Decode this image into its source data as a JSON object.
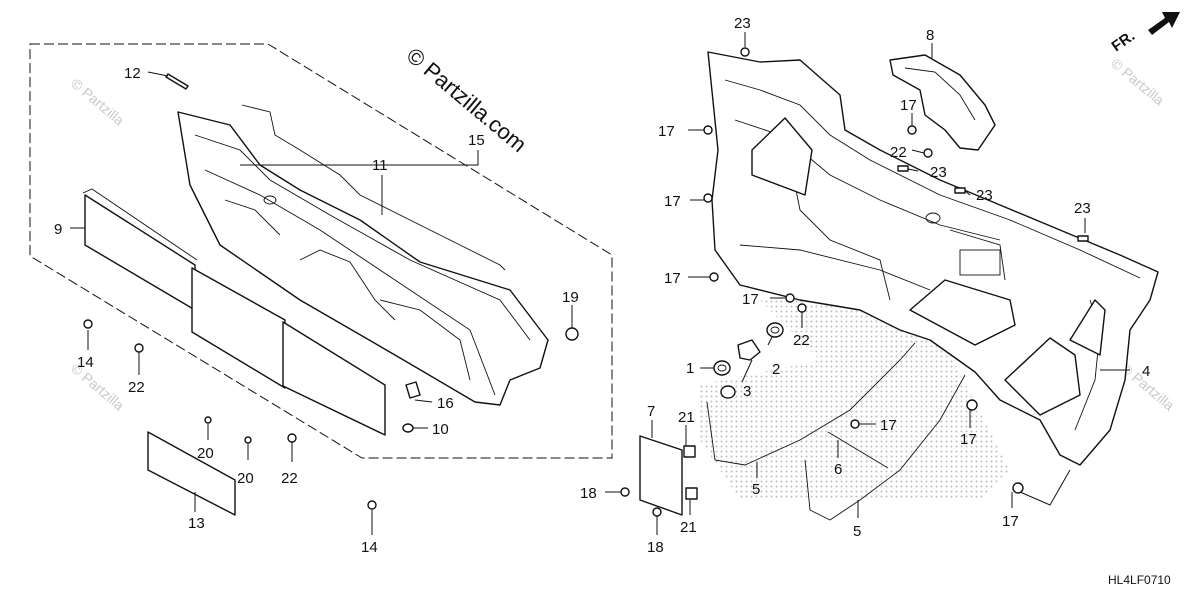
{
  "copyright": "© Partzilla.com",
  "watermark_text": "© Partzilla",
  "diagram_code": "HL4LF0710",
  "direction_label": "FR.",
  "accent_color": "#111111",
  "callouts": [
    {
      "id": "c12",
      "label": "12"
    },
    {
      "id": "c15",
      "label": "15"
    },
    {
      "id": "c11",
      "label": "11"
    },
    {
      "id": "c9",
      "label": "9"
    },
    {
      "id": "c19",
      "label": "19"
    },
    {
      "id": "c14a",
      "label": "14"
    },
    {
      "id": "c22a",
      "label": "22"
    },
    {
      "id": "c16",
      "label": "16"
    },
    {
      "id": "c10",
      "label": "10"
    },
    {
      "id": "c20a",
      "label": "20"
    },
    {
      "id": "c20b",
      "label": "20"
    },
    {
      "id": "c22b",
      "label": "22"
    },
    {
      "id": "c13",
      "label": "13"
    },
    {
      "id": "c14b",
      "label": "14"
    },
    {
      "id": "c23a",
      "label": "23"
    },
    {
      "id": "c8",
      "label": "8"
    },
    {
      "id": "c17a",
      "label": "17"
    },
    {
      "id": "c17b",
      "label": "17"
    },
    {
      "id": "c22c",
      "label": "22"
    },
    {
      "id": "c23b",
      "label": "23"
    },
    {
      "id": "c23c",
      "label": "23"
    },
    {
      "id": "c23d",
      "label": "23"
    },
    {
      "id": "c17c",
      "label": "17"
    },
    {
      "id": "c17d",
      "label": "17"
    },
    {
      "id": "c17e",
      "label": "17"
    },
    {
      "id": "c22d",
      "label": "22"
    },
    {
      "id": "c1",
      "label": "1"
    },
    {
      "id": "c2",
      "label": "2"
    },
    {
      "id": "c3",
      "label": "3"
    },
    {
      "id": "c4",
      "label": "4"
    },
    {
      "id": "c7",
      "label": "7"
    },
    {
      "id": "c21a",
      "label": "21"
    },
    {
      "id": "c17f",
      "label": "17"
    },
    {
      "id": "c17g",
      "label": "17"
    },
    {
      "id": "c6",
      "label": "6"
    },
    {
      "id": "c18a",
      "label": "18"
    },
    {
      "id": "c5a",
      "label": "5"
    },
    {
      "id": "c21b",
      "label": "21"
    },
    {
      "id": "c5b",
      "label": "5"
    },
    {
      "id": "c17h",
      "label": "17"
    },
    {
      "id": "c18b",
      "label": "18"
    }
  ]
}
